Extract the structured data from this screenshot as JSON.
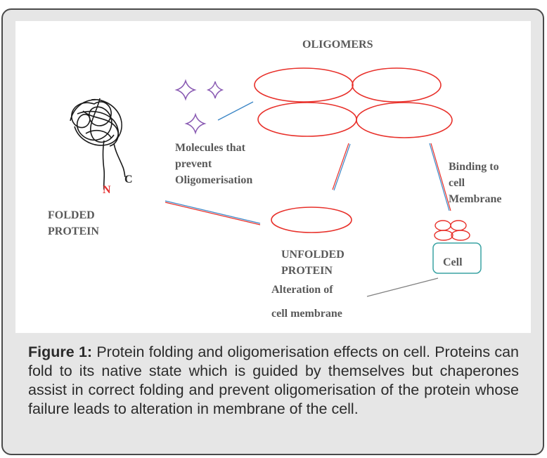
{
  "diagram": {
    "title": "OLIGOMERS",
    "folded_label": [
      "FOLDED",
      "PROTEIN"
    ],
    "n_terminus": "N",
    "c_terminus": "C",
    "inhibitor_label": [
      "Molecules that",
      "prevent",
      "Oligomerisation"
    ],
    "binding_label": [
      "Binding to",
      "cell",
      "Membrane"
    ],
    "unfolded_label": [
      "UNFOLDED",
      "PROTEIN"
    ],
    "alteration_label": [
      "Alteration of",
      "cell membrane"
    ],
    "cell_label": "Cell"
  },
  "caption": {
    "prefix": "Figure 1:",
    "text": " Protein folding and oligomerisation effects on cell. Proteins can fold to its native state which is guided by themselves but chaperones assist in correct folding and prevent oligomerisation of the protein whose failure leads to alteration in membrane of the cell."
  },
  "colors": {
    "frame_bg": "#e6e6e6",
    "ellipse": "#e8302a",
    "star": "#8a5bb3",
    "connector_blue": "#3b86c6",
    "cell_box": "#3aa3a3"
  }
}
